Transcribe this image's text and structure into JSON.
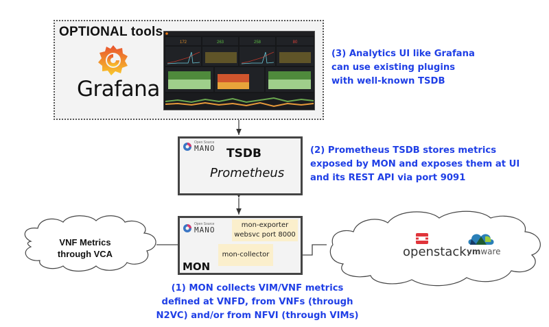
{
  "optional_tools": {
    "title": "OPTIONAL  tools",
    "grafana_logo_text": "Grafana",
    "dashboard_stats": [
      "172",
      "263",
      "258",
      "80"
    ]
  },
  "notes": {
    "analytics": [
      "(3) Analytics UI like Grafana",
      "can use existing plugins",
      "with well-known TSDB"
    ],
    "prometheus": [
      "(2) Prometheus TSDB stores metrics",
      "exposed by MON and exposes them at UI",
      "and its REST API via port 9091"
    ],
    "mon": [
      "(1) MON collects VIM/VNF metrics",
      "defined at VNFD, from VNFs (through",
      "N2VC) and/or from NFVI (through VIMs)"
    ]
  },
  "tsdb": {
    "title": "TSDB",
    "subtitle": "Prometheus",
    "logo": {
      "small": "Open Source",
      "name": "MANO"
    }
  },
  "mon": {
    "label": "MON",
    "logo": {
      "small": "Open Source",
      "name": "MANO"
    },
    "exporter": [
      "mon-exporter",
      "websvc port 8000"
    ],
    "collector": "mon-collector"
  },
  "clouds": {
    "vnf": [
      "VNF Metrics",
      "through VCA"
    ],
    "vim": {
      "openstack": "openstack.",
      "vmware_vm": "vm",
      "vmware_ware": "ware"
    }
  },
  "colors": {
    "note_blue": "#1f3fe6",
    "box_fill": "#f3f3f3",
    "component_fill": "#fbefcc",
    "openstack_red": "#e0353b"
  }
}
